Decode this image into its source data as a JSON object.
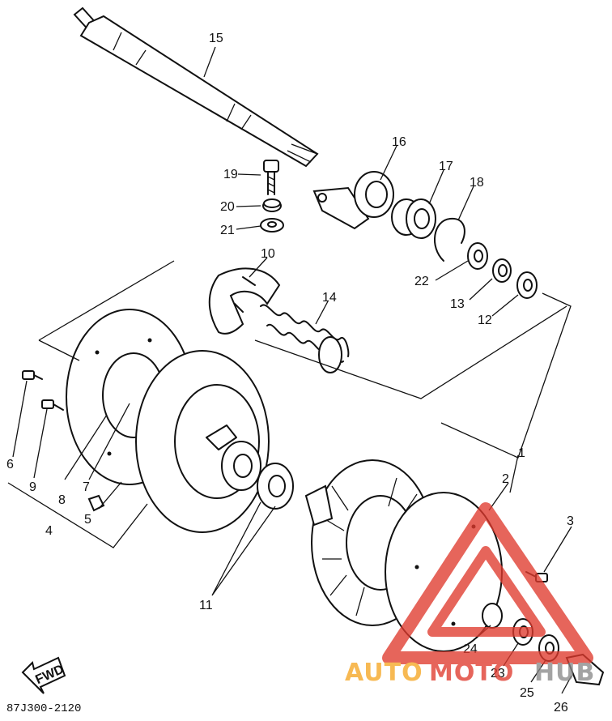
{
  "diagram": {
    "part_numbers": [
      "1",
      "2",
      "3",
      "4",
      "5",
      "6",
      "7",
      "8",
      "9",
      "10",
      "11",
      "12",
      "13",
      "14",
      "15",
      "16",
      "17",
      "18",
      "19",
      "20",
      "21",
      "22",
      "23",
      "24",
      "25",
      "26"
    ],
    "fwd_label": "FWD",
    "figure_code": "87J300-2120",
    "watermark": {
      "left": "AUTO",
      "middle": "MOTO",
      "right": "HUB"
    },
    "colors": {
      "ink": "#111111",
      "watermark_red": "#e03a2e",
      "watermark_orange": "#f5a623",
      "watermark_gray": "#8a8a8a"
    }
  }
}
